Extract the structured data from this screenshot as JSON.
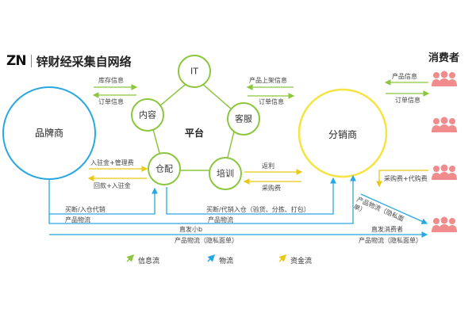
{
  "logo": {
    "mark": "ZN",
    "text": "锌财经采集自网络"
  },
  "nodes": {
    "brand": "品牌商",
    "distributor": "分销商",
    "platform": "平台",
    "it": "IT",
    "content": "内容",
    "service": "客服",
    "warehouse": "仓配",
    "training": "培训"
  },
  "consumers_title": "消费者",
  "labels": {
    "inventory_info": "库存信息",
    "order_info_left": "订单信息",
    "entry_fee": "入驻金+管理费",
    "refund_entry": "回款+入驻金",
    "product_listing": "产品上架信息",
    "order_info_right": "订单信息",
    "rebate": "返利",
    "purchase_fee": "采购费",
    "product_info": "产品信息",
    "purchase_agent_fee": "采购费+代购费",
    "product_logistics_private": "产品物流（隐私面单）",
    "buyout_consign": "买断/入仓代销",
    "product_logistics_1": "产品物流",
    "buyout_agent_warehouse": "买断/代销入仓（验货、分拣、打包）",
    "product_logistics_2": "产品物流",
    "direct_send_small_b": "直发小b",
    "product_logistics_private_bottom": "产品物流（隐私面单）",
    "direct_send_consumer": "直发消费者",
    "product_logistics_private_right": "产品物流（隐私面单）"
  },
  "legend": {
    "info_flow": "信息流",
    "logistics": "物流",
    "capital_flow": "资金流"
  },
  "colors": {
    "platform_green": "#8cc63f",
    "brand_blue": "#29a8e0",
    "distributor_yellow": "#f5e342",
    "consumer_red": "#f08c8c",
    "info_flow_green": "#8cc63f",
    "logistics_blue": "#29a8e0",
    "capital_flow_yellow": "#e8c915"
  },
  "icons": {
    "consumer": "person-group-icon",
    "info_flow": "arrow-icon",
    "logistics": "arrow-icon",
    "capital_flow": "arrow-icon"
  }
}
